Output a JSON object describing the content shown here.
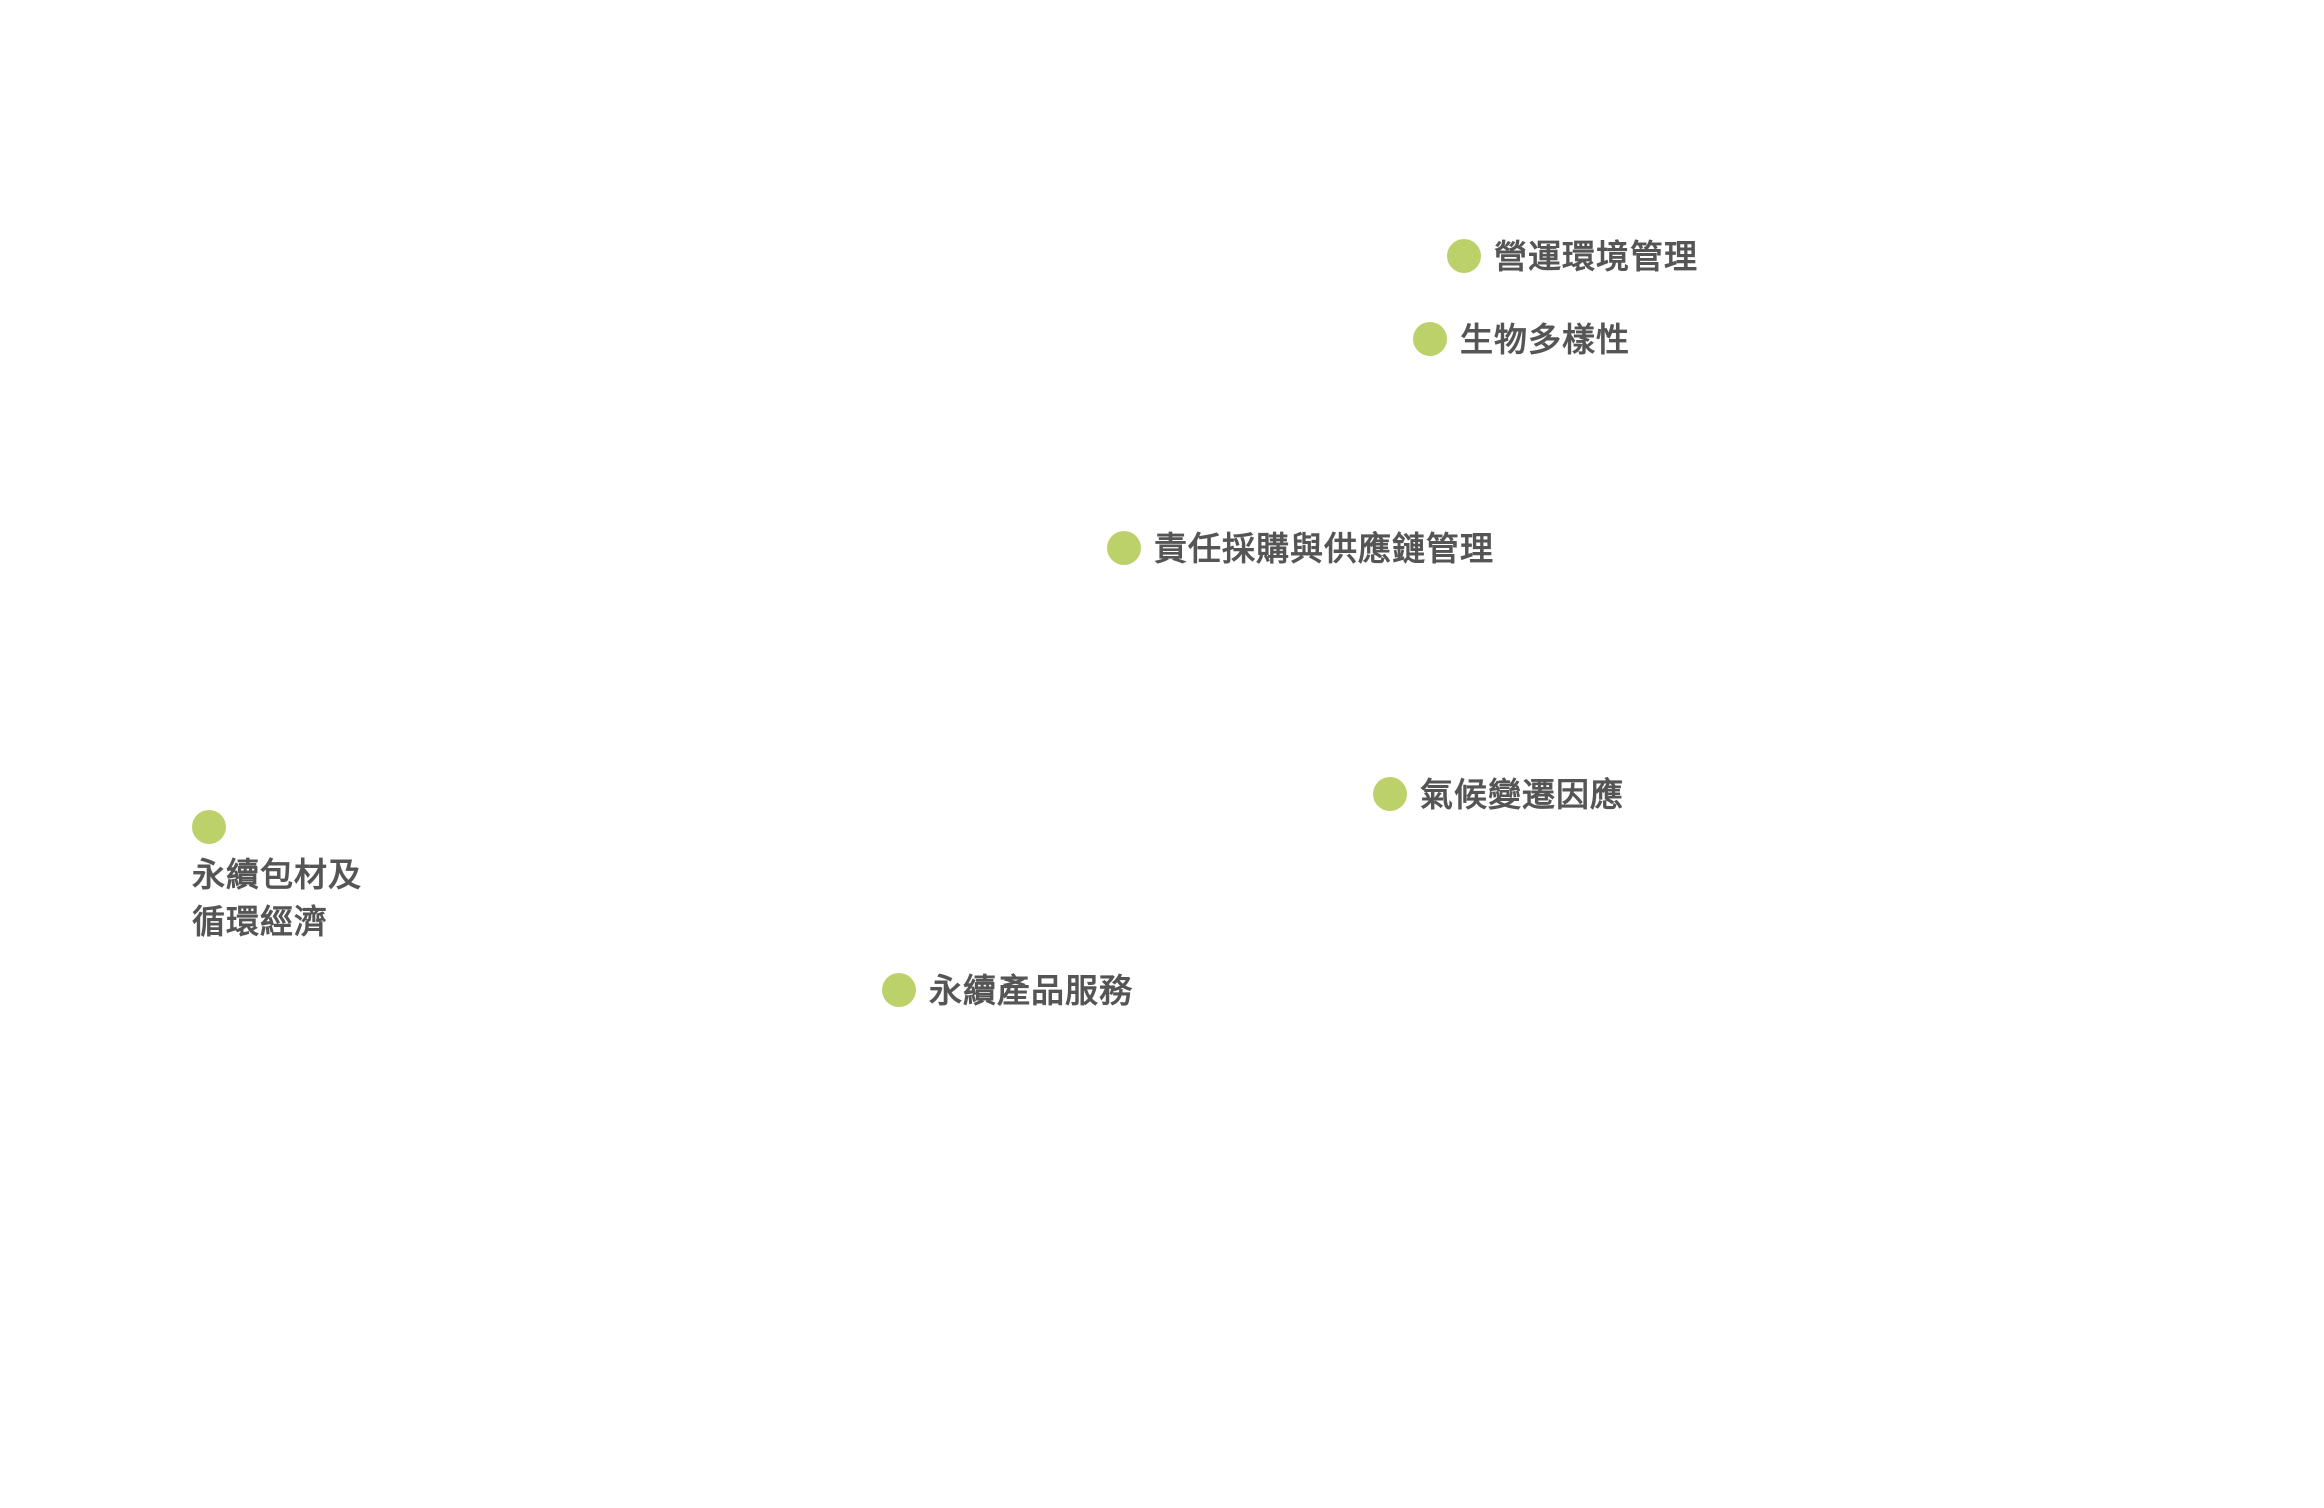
{
  "colors": {
    "dot": "#bcd16a",
    "text": "#555555",
    "background": "#ffffff"
  },
  "topics": [
    {
      "id": "operation-environment",
      "label": "營運環境管理"
    },
    {
      "id": "biodiversity",
      "label": "生物多樣性"
    },
    {
      "id": "supply-chain",
      "label": "責任採購與供應鏈管理"
    },
    {
      "id": "climate-change",
      "label": "氣候變遷因應"
    },
    {
      "id": "sustainable-packaging",
      "lines": [
        "永續包材及",
        "循環經濟"
      ]
    },
    {
      "id": "sustainable-products",
      "label": "永續產品服務"
    }
  ]
}
